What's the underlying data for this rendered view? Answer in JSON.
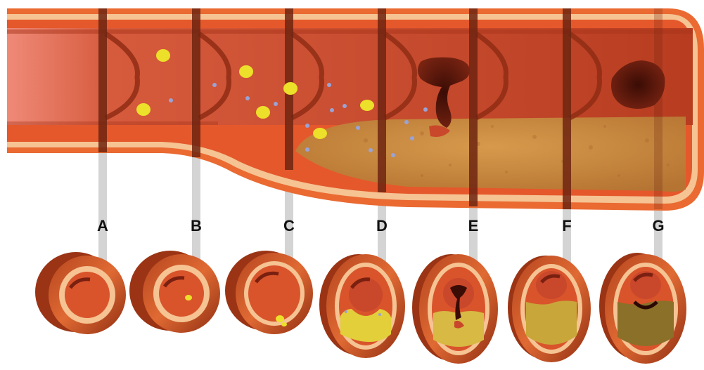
{
  "stages": [
    {
      "key": "a",
      "label": "A"
    },
    {
      "key": "b",
      "label": "B"
    },
    {
      "key": "c",
      "label": "C"
    },
    {
      "key": "d",
      "label": "D"
    },
    {
      "key": "e",
      "label": "E"
    },
    {
      "key": "f",
      "label": "F"
    },
    {
      "key": "g",
      "label": "G"
    }
  ],
  "colors": {
    "lumen": "#c9472b",
    "wall": "#e8632d",
    "intima": "#f5c58f",
    "wall_dark": "#8a2e16",
    "plaque": "#c98a3e",
    "lipid": "#ece02a",
    "cell": "#9aa3d6",
    "clot": "#4a1208",
    "connector": "#c9c9c9"
  }
}
